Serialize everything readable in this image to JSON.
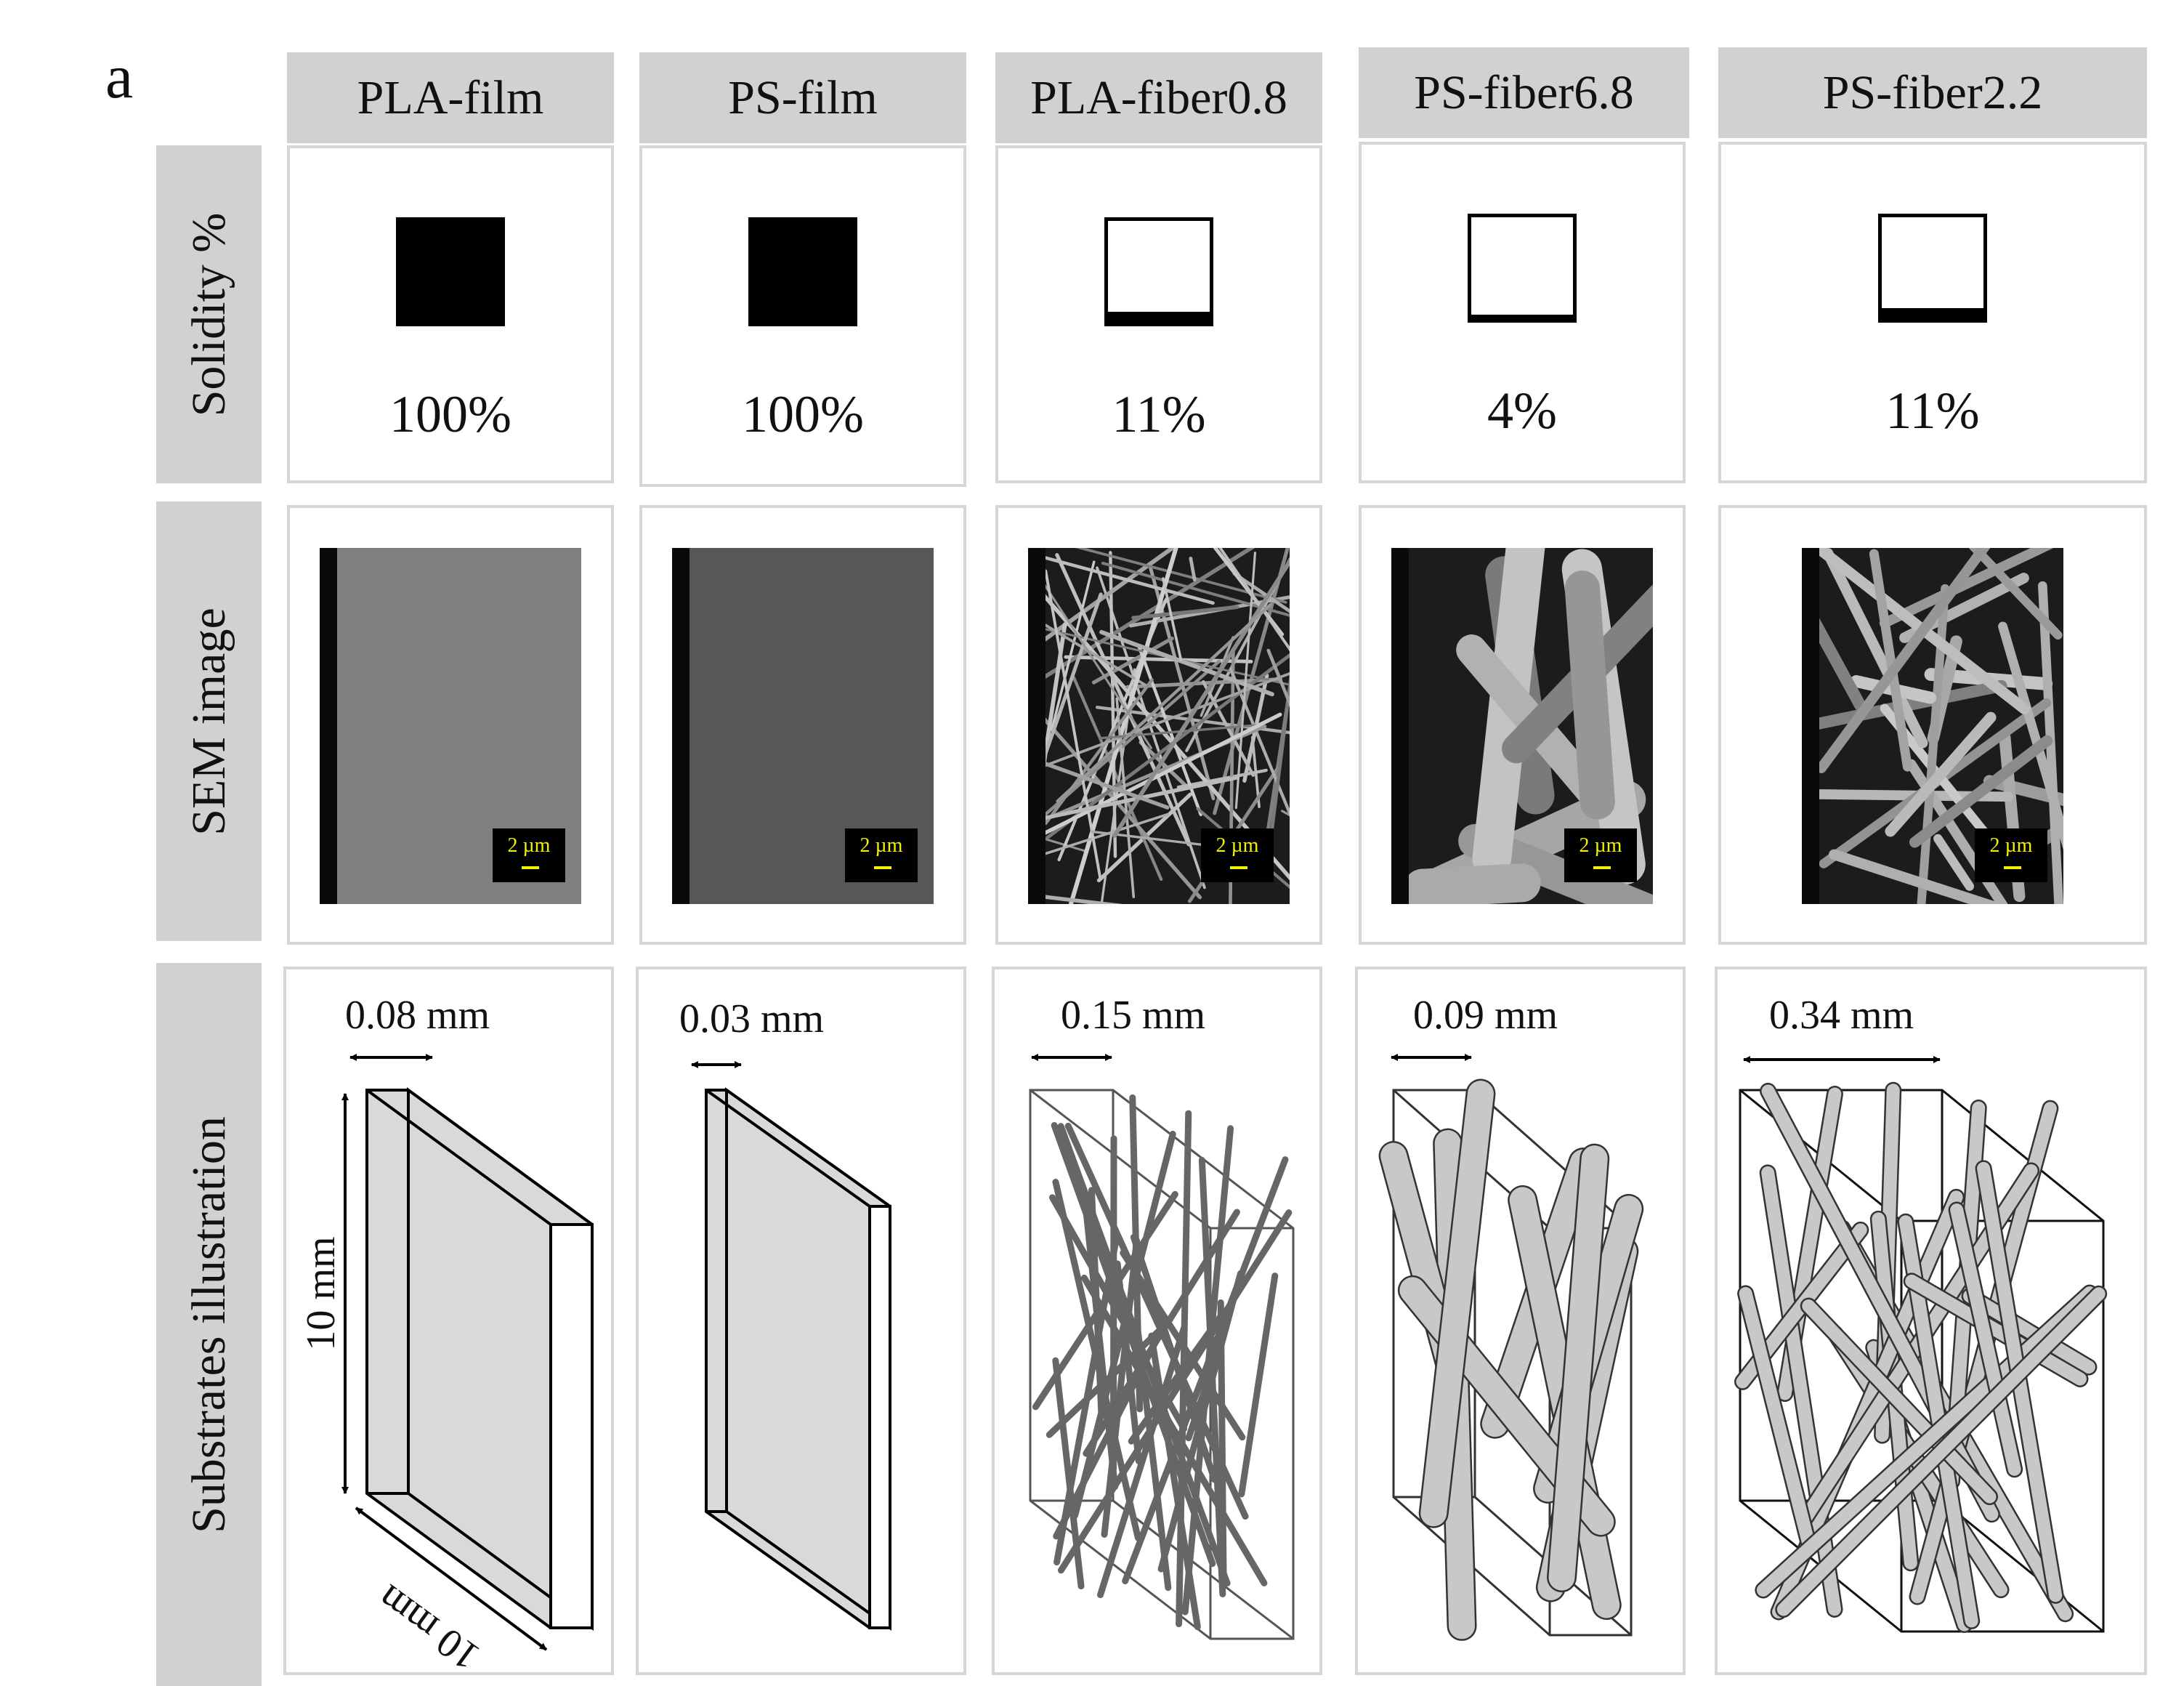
{
  "panel_letter": "a",
  "row_labels": {
    "solidity": "Solidity %",
    "sem": "SEM image",
    "illustration": "Substrates illustration"
  },
  "columns": [
    {
      "name": "PLA-film",
      "solidity_label": "100%",
      "solidity": 1.0,
      "sem_surface": "smooth-film",
      "scale_bar": "2 µm",
      "thickness_label": "0.08 mm",
      "illustration": "film"
    },
    {
      "name": "PS-film",
      "solidity_label": "100%",
      "solidity": 1.0,
      "sem_surface": "smooth-film",
      "scale_bar": "2 µm",
      "thickness_label": "0.03 mm",
      "illustration": "film"
    },
    {
      "name": "PLA-fiber0.8",
      "solidity_label": "11%",
      "solidity": 0.11,
      "sem_surface": "fine-fibers",
      "scale_bar": "2 µm",
      "thickness_label": "0.15 mm",
      "illustration": "thin-fiber-mat"
    },
    {
      "name": "PS-fiber6.8",
      "solidity_label": "4%",
      "solidity": 0.04,
      "sem_surface": "thick-fibers",
      "scale_bar": "2 µm",
      "thickness_label": "0.09 mm",
      "illustration": "thick-fiber-mat"
    },
    {
      "name": "PS-fiber2.2",
      "solidity_label": "11%",
      "solidity": 0.11,
      "sem_surface": "medium-fibers",
      "scale_bar": "2 µm",
      "thickness_label": "0.34 mm",
      "illustration": "medium-fiber-mat"
    }
  ],
  "dimension_labels": {
    "height": "10 mm",
    "width": "10 mm"
  },
  "colors": {
    "header_fill": "#d3d0d0",
    "cell_border": "#d6d6d6",
    "scale_bar_text": "#f2f200",
    "illustration_fill": "#d9d9d9"
  }
}
